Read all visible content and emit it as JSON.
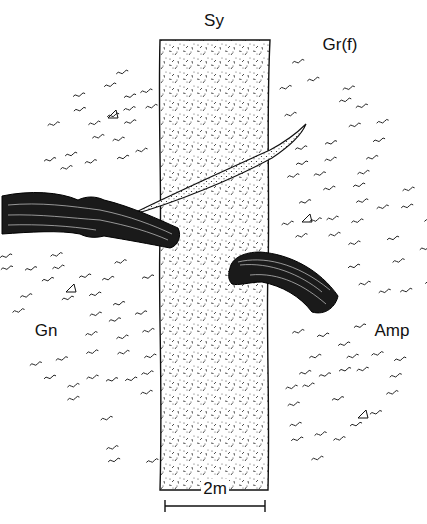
{
  "diagram": {
    "labels": [
      "Sy",
      "Gr(f)",
      "Gn",
      "Amp",
      "2m"
    ]
  }
}
